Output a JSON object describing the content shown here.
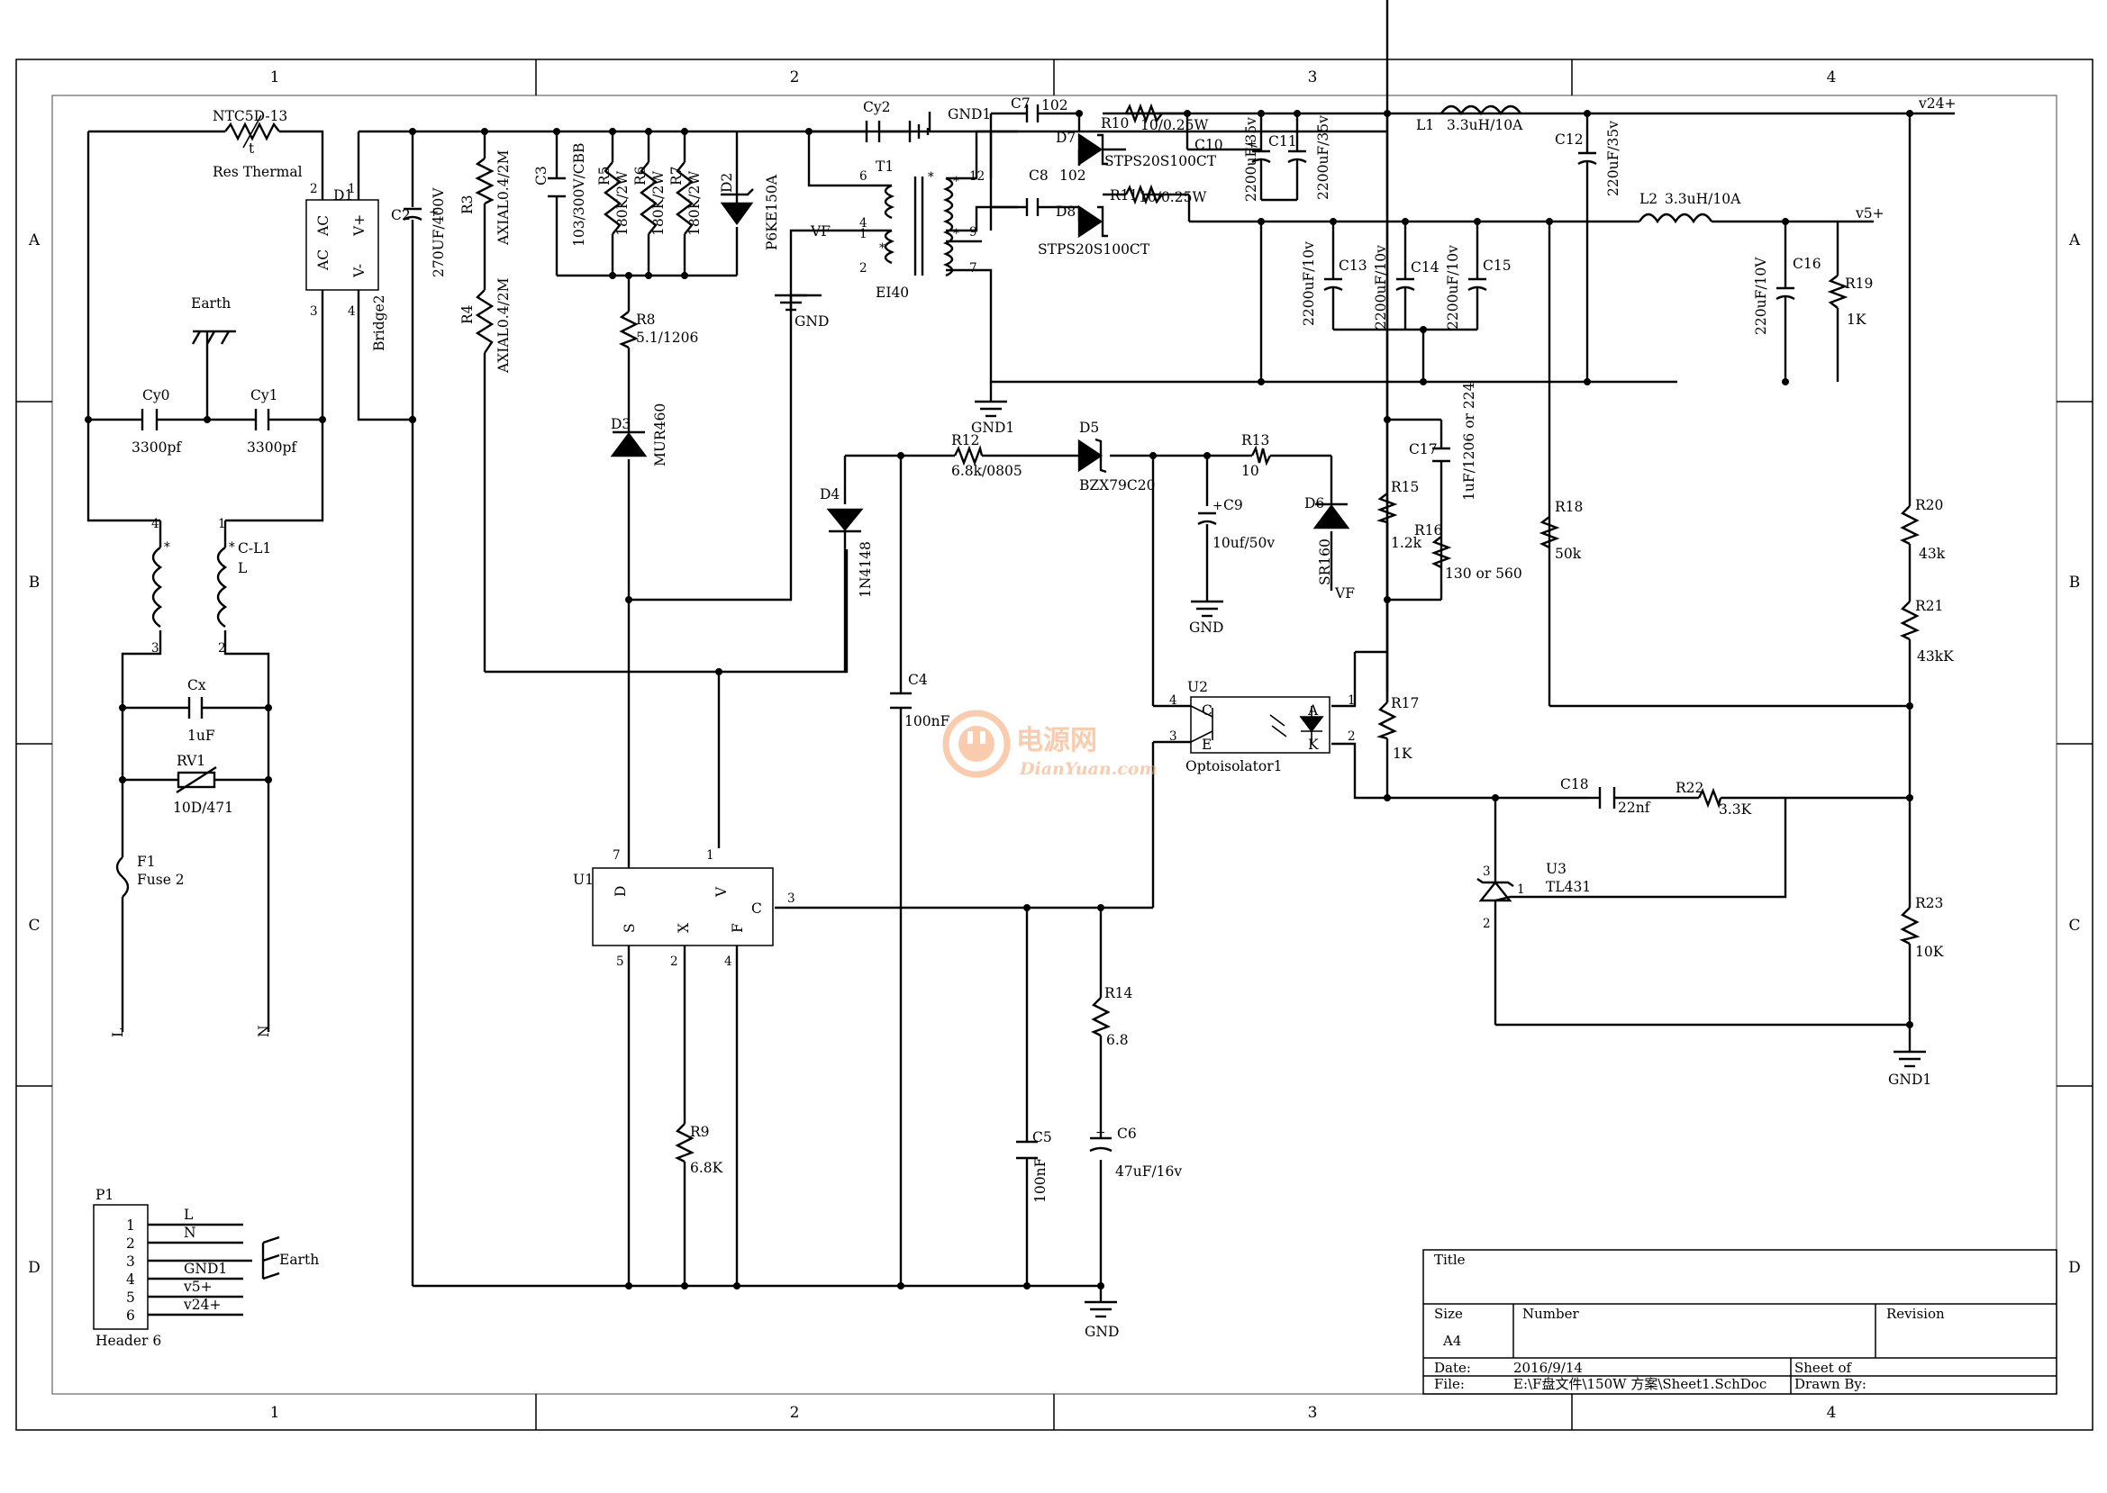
{
  "frame": {
    "columns": [
      "1",
      "2",
      "3",
      "4"
    ],
    "rows": [
      "A",
      "B",
      "C",
      "D"
    ]
  },
  "pins": {
    "d1_1": "1",
    "d1_2": "2",
    "d1_3": "3",
    "d1_4": "4",
    "t1_6": "6",
    "t1_4": "4",
    "t1_1": "1",
    "t1_2": "2",
    "t1_12": "12",
    "t1_9": "9",
    "t1_7": "7",
    "t1_dot": "*",
    "plus": "+",
    "cl1_1": "1",
    "cl1_2": "2",
    "cl1_3": "3",
    "cl1_4": "4",
    "u2_1": "1",
    "u2_2": "2",
    "u2_3": "3",
    "u2_4": "4",
    "u1_1": "1",
    "u1_2": "2",
    "u1_3": "3",
    "u1_4": "4",
    "u1_5": "5",
    "u1_7": "7",
    "u3_1": "1",
    "u3_2": "2",
    "u3_3": "3"
  },
  "components": {
    "ntc": {
      "ref": "NTC5D-13",
      "symbol": "t",
      "value": "Res Thermal"
    },
    "d1": {
      "ref": "D1",
      "value": "Bridge2",
      "ac1": "AC",
      "ac2": "AC",
      "vplus": "V+",
      "vminus": "V-"
    },
    "c2": {
      "ref": "C2",
      "value": "270UF/400V"
    },
    "r3": {
      "ref": "R3",
      "value": "AXIAL0.4/2M"
    },
    "r4": {
      "ref": "R4",
      "value": "AXIAL0.4/2M"
    },
    "c3": {
      "ref": "C3",
      "value": "103/300V/CBB"
    },
    "r5": {
      "ref": "R5",
      "value": "180K/2W"
    },
    "r6": {
      "ref": "R6",
      "value": "180K/2W"
    },
    "r7": {
      "ref": "R7",
      "value": "180K/2W"
    },
    "d2": {
      "ref": "D2",
      "value": "P6KE150A"
    },
    "r8": {
      "ref": "R8",
      "value": "5.1/1206"
    },
    "d3": {
      "ref": "D3",
      "value": "MUR460"
    },
    "cy2": {
      "ref": "Cy2"
    },
    "gnd1_top": {
      "label": "GND1"
    },
    "t1": {
      "ref": "T1",
      "value": "EI40",
      "vf": "VF"
    },
    "gnd_primary": {
      "label": "GND"
    },
    "c7": {
      "ref": "C7",
      "value": "102"
    },
    "c8": {
      "ref": "C8",
      "value": "102"
    },
    "d7": {
      "ref": "D7",
      "value": "STPS20S100CT"
    },
    "d8": {
      "ref": "D8",
      "value": "STPS20S100CT"
    },
    "r10": {
      "ref": "R10",
      "value": "10/0.25W"
    },
    "r11": {
      "ref": "R11",
      "value": "10/0.25W"
    },
    "c10": {
      "ref": "C10",
      "value": "2200uF/35v"
    },
    "c11": {
      "ref": "C11",
      "value": "2200uF/35v"
    },
    "l1": {
      "ref": "L1",
      "value": "3.3uH/10A"
    },
    "v24_rail": {
      "label": "v24+"
    },
    "c12": {
      "ref": "C12",
      "value": "220uF/35v"
    },
    "l2": {
      "ref": "L2",
      "value": "3.3uH/10A"
    },
    "v5_rail": {
      "label": "v5+"
    },
    "c13": {
      "ref": "C13",
      "value": "2200uF/10v"
    },
    "c14": {
      "ref": "C14",
      "value": "2200uF/10v"
    },
    "c15": {
      "ref": "C15",
      "value": "2200uF/10v"
    },
    "c16": {
      "ref": "C16",
      "value": "220uF/10V"
    },
    "r19": {
      "ref": "R19",
      "value": "1K"
    },
    "gnd1_mid": {
      "label": "GND1"
    },
    "c17": {
      "ref": "C17",
      "value": "1uF/1206 or 224"
    },
    "r15": {
      "ref": "R15",
      "value": "1.2k"
    },
    "r16": {
      "ref": "R16",
      "value": "130 or 560"
    },
    "r18": {
      "ref": "R18",
      "value": "50k"
    },
    "r20": {
      "ref": "R20",
      "value": "43k"
    },
    "r21": {
      "ref": "R21",
      "value": "43kK"
    },
    "r17": {
      "ref": "R17",
      "value": "1K"
    },
    "c18": {
      "ref": "C18",
      "value": "22nf"
    },
    "r22": {
      "ref": "R22",
      "value": "3.3K"
    },
    "u3": {
      "ref": "U3",
      "value": "TL431"
    },
    "r23": {
      "ref": "R23",
      "value": "10K"
    },
    "gnd1_right": {
      "label": "GND1"
    },
    "u2": {
      "ref": "U2",
      "value": "Optoisolator1",
      "c": "C",
      "e": "E",
      "a": "A",
      "k": "K"
    },
    "d4": {
      "ref": "D4",
      "value": "1N4148"
    },
    "r12": {
      "ref": "R12",
      "value": "6.8k/0805"
    },
    "d5": {
      "ref": "D5",
      "value": "BZX79C20"
    },
    "r13": {
      "ref": "R13",
      "value": "10"
    },
    "c9": {
      "ref": "C9",
      "value": "10uf/50v"
    },
    "gnd_c9": {
      "label": "GND"
    },
    "d6": {
      "ref": "D6",
      "value": "SR160",
      "vf": "VF"
    },
    "u1": {
      "ref": "U1",
      "d": "D",
      "v": "V",
      "c": "C",
      "s": "S",
      "x": "X",
      "f": "F"
    },
    "c4": {
      "ref": "C4",
      "value": "100nF"
    },
    "r9": {
      "ref": "R9",
      "value": "6.8K"
    },
    "c5": {
      "ref": "C5",
      "value": "100nF"
    },
    "r14": {
      "ref": "R14",
      "value": "6.8"
    },
    "c6": {
      "ref": "C6",
      "value": "47uF/16v"
    },
    "gnd_bottom": {
      "label": "GND"
    },
    "earth": {
      "label": "Earth"
    },
    "cy0": {
      "ref": "Cy0",
      "value": "3300pf"
    },
    "cy1": {
      "ref": "Cy1",
      "value": "3300pf"
    },
    "cl1": {
      "ref": "C-L1",
      "value": "L"
    },
    "cx": {
      "ref": "Cx",
      "value": "1uF"
    },
    "rv1": {
      "ref": "RV1",
      "value": "10D/471"
    },
    "f1": {
      "ref": "F1",
      "value": "Fuse 2"
    },
    "line_l": {
      "label": "L"
    },
    "line_n": {
      "label": "N"
    },
    "p1": {
      "ref": "P1",
      "value": "Header 6",
      "earth": "Earth",
      "pins": [
        {
          "num": "1",
          "net": "L"
        },
        {
          "num": "2",
          "net": "N"
        },
        {
          "num": "3",
          "net": ""
        },
        {
          "num": "4",
          "net": "GND1"
        },
        {
          "num": "5",
          "net": "v5+"
        },
        {
          "num": "6",
          "net": "v24+"
        }
      ]
    }
  },
  "watermark": {
    "cn": "电源网",
    "en": "DianYuan.com"
  },
  "title_block": {
    "title_label": "Title",
    "size_label": "Size",
    "size_value": "A4",
    "number_label": "Number",
    "revision_label": "Revision",
    "date_label": "Date:",
    "date_value": "2016/9/14",
    "sheet_label": "Sheet    of",
    "file_label": "File:",
    "file_value": "E:\\F盘文件\\150W 方案\\Sheet1.SchDoc",
    "drawn_label": "Drawn By:"
  }
}
